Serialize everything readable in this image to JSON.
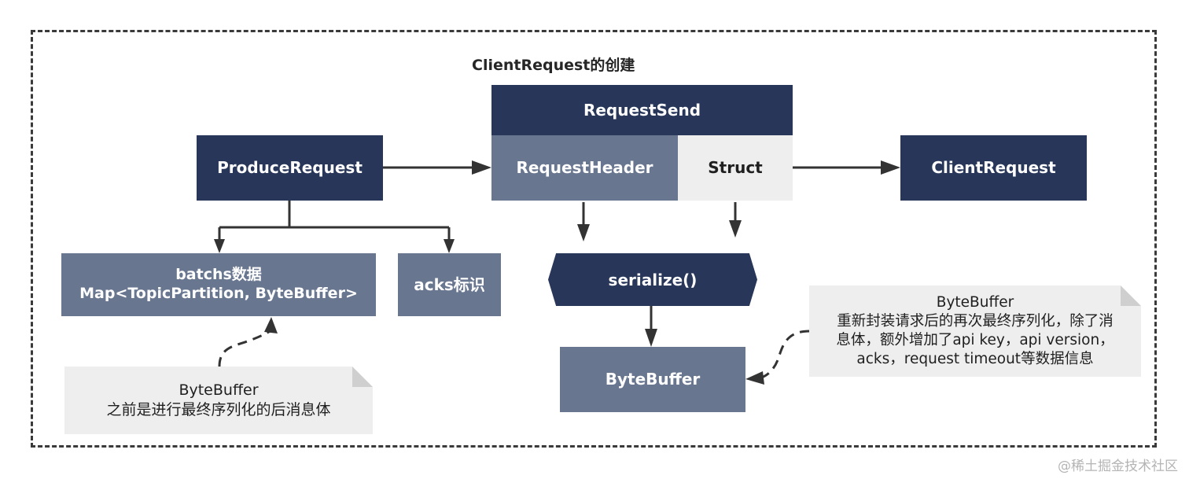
{
  "title": "ClientRequest的创建",
  "nodes": {
    "produce_request": "ProduceRequest",
    "request_send": "RequestSend",
    "request_header": "RequestHeader",
    "struct": "Struct",
    "client_request": "ClientRequest",
    "batchs_line1": "batchs数据",
    "batchs_line2": "Map<TopicPartition, ByteBuffer>",
    "acks": "acks标识",
    "serialize": "serialize()",
    "bytebuffer": "ByteBuffer"
  },
  "notes": {
    "left": {
      "line1": "ByteBuffer",
      "line2": "之前是进行最终序列化的后消息体"
    },
    "right": {
      "line1": "ByteBuffer",
      "line2": "重新封装请求后的再次最终序列化，除了消",
      "line3": "息体，额外增加了api key，api version，",
      "line4": "acks，request timeout等数据信息"
    }
  },
  "watermark": "@稀土掘金技术社区",
  "colors": {
    "dark_navy": "#273659",
    "slate": "#687690",
    "light_gray": "#eeeeee"
  }
}
